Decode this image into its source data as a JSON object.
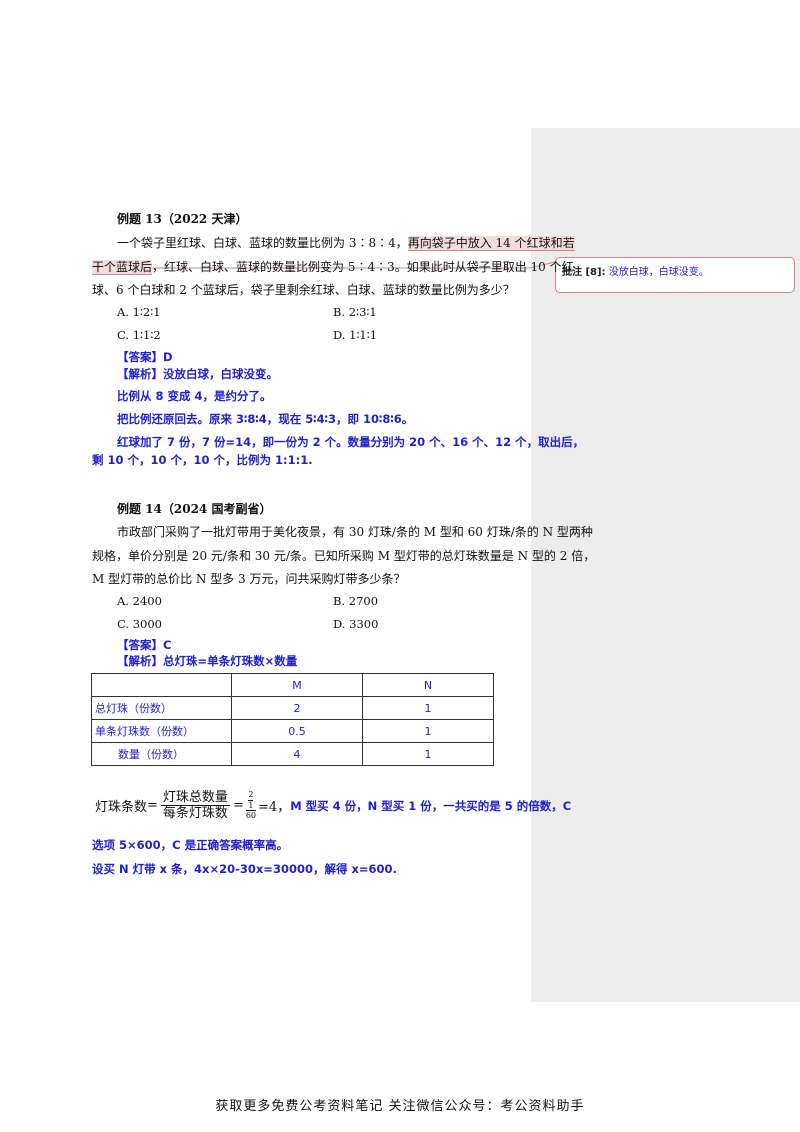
{
  "sidebar_comment": {
    "tag": "批注 [8]:",
    "text": "没放白球，白球没变。"
  },
  "q13": {
    "heading": "例题 13（2022 天津）",
    "stem_l1_a": "一个袋子里红球、白球、蓝球的数量比例为 3∶8∶4，",
    "stem_l1_hl": "再向袋子中放入 14 个红球和若",
    "stem_l2_hl": "干个蓝球后",
    "stem_l2_b": "，红球、白球、蓝球的数量比例变为 5∶4∶3。如果此时从袋子里取出 10 个红",
    "stem_l3": "球、6 个白球和 2 个蓝球后，袋子里剩余红球、白球、蓝球的数量比例为多少？",
    "options": [
      "A. 1∶2∶1",
      "B. 2∶3∶1",
      "C. 1∶1∶2",
      "D. 1∶1∶1"
    ],
    "answer": "【答案】D",
    "analysis": [
      "【解析】没放白球，白球没变。",
      "比例从 8 变成 4，是约分了。",
      "把比例还原回去。原来 3∶8∶4，现在 5∶4∶3，即 10∶8∶6。",
      "红球加了 7 份，7 份=14，即一份为 2 个。数量分别为 20 个、16 个、12 个，取出后，",
      "剩 10 个，10 个，10 个，比例为 1:1:1."
    ]
  },
  "q14": {
    "heading": "例题 14（2024 国考副省）",
    "stem_l1": "市政部门采购了一批灯带用于美化夜景，有 30 灯珠/条的 M 型和 60 灯珠/条的 N 型两种",
    "stem_l2": "规格，单价分别是 20 元/条和 30 元/条。已知所采购 M 型灯带的总灯珠数量是 N 型的 2 倍，",
    "stem_l3": "M 型灯带的总价比 N 型多 3 万元，问共采购灯带多少条？",
    "options": [
      "A. 2400",
      "B. 2700",
      "C. 3000",
      "D. 3300"
    ],
    "answer": "【答案】C",
    "analysis_title": "【解析】总灯珠=单条灯珠数×数量",
    "table": {
      "header": [
        "",
        "M",
        "N"
      ],
      "rows": [
        [
          "总灯珠（份数）",
          "2",
          "1"
        ],
        [
          "单条灯珠数（份数）",
          "0.5",
          "1"
        ],
        [
          "数量（份数）",
          "4",
          "1"
        ]
      ]
    },
    "formula": {
      "lhs": "灯珠条数",
      "num": "灯珠总数量",
      "den": "每条灯珠数",
      "small_top": "2",
      "small_mid": "1",
      "small_bot": "60",
      "result": "=4，",
      "tail": "M 型买 4 份，N 型买 1 份，一共买的是 5 的倍数，C"
    },
    "after": [
      "选项 5×600，C 是正确答案概率高。",
      "设买 N 灯带 x 条，4x×20-30x=30000，解得 x=600."
    ]
  },
  "footer": "获取更多免费公考资料笔记   关注微信公众号：考公资料助手"
}
